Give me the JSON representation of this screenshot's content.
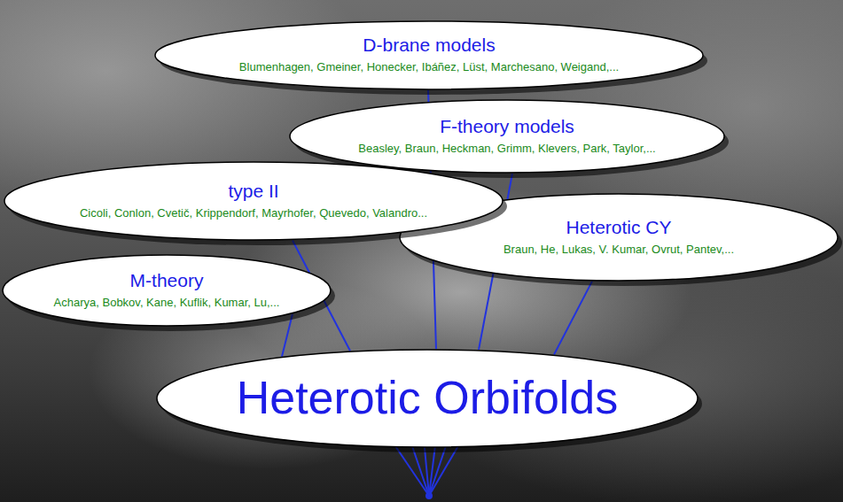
{
  "diagram": {
    "nodes": [
      {
        "text": [
          "D-brane models",
          "Blumenhagen, Gmeiner, Honecker, Ibáñez, Lüst, Marchesano, Weigand,..."
        ]
      },
      {
        "text": [
          "F-theory models",
          "Beasley, Braun, Heckman, Grimm, Klevers, Park, Taylor,..."
        ]
      },
      {
        "text": [
          "type II",
          "Cicoli, Conlon, Cvetič, Krippendorf, Mayrhofer, Quevedo, Valandro..."
        ]
      },
      {
        "text": [
          "Heterotic CY",
          "Braun, He, Lukas, V. Kumar, Ovrut, Pantev,..."
        ]
      },
      {
        "text": [
          "M-theory",
          "Acharya, Bobkov, Kane, Kuflik, Kumar, Lu,..."
        ]
      },
      {
        "text": [
          "Heterotic Orbifolds"
        ]
      }
    ],
    "edges": [
      {
        "from": 5,
        "to": 0,
        "arrow": "none"
      },
      {
        "from": 5,
        "to": 1,
        "arrow": "none"
      },
      {
        "from": 5,
        "to": 2,
        "arrow": "none"
      },
      {
        "from": 5,
        "to": 3,
        "arrow": "none"
      },
      {
        "from": 5,
        "to": 4,
        "arrow": "none"
      }
    ]
  }
}
